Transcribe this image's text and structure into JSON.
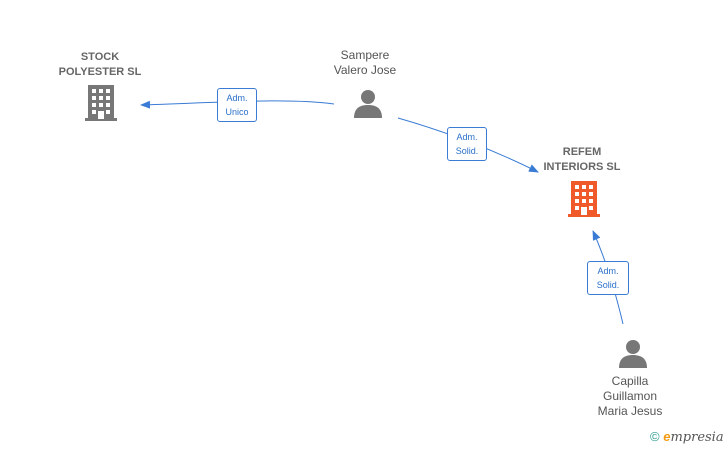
{
  "colors": {
    "edge": "#3a7bd5",
    "company_gray": "#777777",
    "company_highlight": "#f0592a",
    "person": "#777777"
  },
  "nodes": {
    "stock": {
      "line1": "STOCK",
      "line2": "POLYESTER  SL",
      "icon": "building-icon"
    },
    "sampere": {
      "line1": "Sampere",
      "line2": "Valero Jose",
      "icon": "person-icon"
    },
    "refem": {
      "line1": "REFEM",
      "line2": "INTERIORS  SL",
      "icon": "building-icon"
    },
    "capilla": {
      "line1": "Capilla",
      "line2": "Guillamon",
      "line3": "Maria Jesus",
      "icon": "person-icon"
    }
  },
  "edges": [
    {
      "from": "sampere",
      "to": "stock",
      "label1": "Adm.",
      "label2": "Unico"
    },
    {
      "from": "sampere",
      "to": "refem",
      "label1": "Adm.",
      "label2": "Solid."
    },
    {
      "from": "capilla",
      "to": "refem",
      "label1": "Adm.",
      "label2": "Solid."
    }
  ],
  "brand": {
    "copyright": "©",
    "e": "e",
    "rest": "mpresia",
    "icon": "copyright-icon"
  }
}
